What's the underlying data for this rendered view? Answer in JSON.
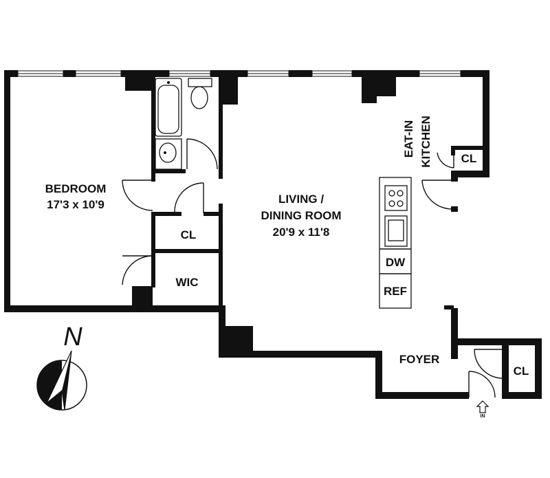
{
  "rooms": {
    "bedroom": {
      "name": "BEDROOM",
      "dims": "17'3 x 10'9"
    },
    "living": {
      "name_line1": "LIVING /",
      "name_line2": "DINING ROOM",
      "dims": "20'9 x 11'8"
    },
    "kitchen": {
      "name_line1": "EAT-IN",
      "name_line2": "KITCHEN"
    },
    "foyer": {
      "name": "FOYER"
    },
    "wic": {
      "name": "WIC"
    },
    "hall_closet": {
      "name": "CL"
    },
    "kitchen_closet": {
      "name": "CL"
    },
    "foyer_closet": {
      "name": "CL"
    }
  },
  "appliances": {
    "dishwasher": "DW",
    "refrigerator": "REF"
  },
  "compass": {
    "north_label": "N"
  },
  "entrance": {
    "label": "IN"
  }
}
